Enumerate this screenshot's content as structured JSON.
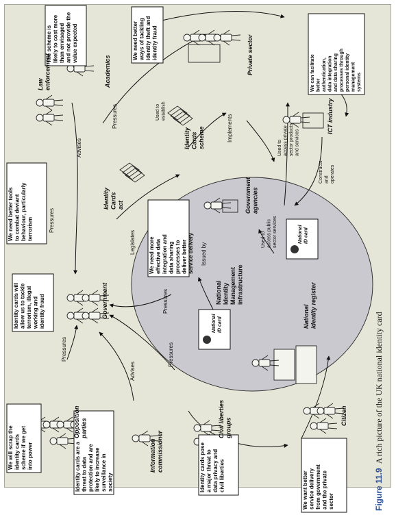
{
  "figure": {
    "number": "Figure 11.9",
    "caption": "A rich picture of the UK national identity card"
  },
  "actors": {
    "law_enforcement": [
      "Law",
      "enforcement"
    ],
    "academics": "Academics",
    "private_sector": "Private sector",
    "ict_industry": "ICT industry",
    "government": "Government",
    "government_agencies": [
      "Government",
      "agencies"
    ],
    "opposition_parties": [
      "Opposition",
      "parties"
    ],
    "information_commissioner": [
      "Information",
      "commissioner"
    ],
    "civil_liberties": [
      "Civil liberties",
      "groups"
    ],
    "citizen": "Citizen",
    "national_identity_register": [
      "National",
      "identity register"
    ],
    "identity_cards_act": [
      "Identity",
      "Cards",
      "act"
    ],
    "identity_cards_scheme": [
      "Identity",
      "Cards",
      "scheme"
    ],
    "infrastructure": [
      "National",
      "Identity",
      "Management",
      "infrastructure"
    ],
    "national_id_card_left": [
      "National",
      "ID card"
    ],
    "national_id_card_right": [
      "National",
      "ID card"
    ]
  },
  "quotes": {
    "law_enforcement": [
      "We need better tools",
      "to combat deviant",
      "behaviour, particularly",
      "terrorism"
    ],
    "academics": [
      "The scheme is",
      "likely to cost more",
      "than envisaged",
      "and not provide the",
      "value expected"
    ],
    "private_sector": [
      "We need better",
      "ways of tackling",
      "identity theft and",
      "identity fraud"
    ],
    "ict_industry": [
      "We can facilitate",
      "better",
      "authentication,",
      "data integration",
      "and data sharing",
      "processes through",
      "personal identity",
      "management",
      "systems"
    ],
    "government": [
      "Identity cards will",
      "allow us to tackle",
      "terrorism, illegal",
      "working and",
      "identity fraud"
    ],
    "government_agencies": [
      "We need more",
      "effective data",
      "integration and",
      "data sharing",
      "processes to",
      "deliver better",
      "service delivery"
    ],
    "opposition_parties": [
      "We will scrap the",
      "identity cards",
      "scheme if we get",
      "into power"
    ],
    "information_commissioner": [
      "Identity cards are a",
      "threat to data",
      "protection and are",
      "likely to increase",
      "surveillance in",
      "society"
    ],
    "civil_liberties": [
      "Identity cards pose",
      "a major threat to",
      "data privacy and",
      "civil liberties"
    ],
    "citizen": [
      "We want better",
      "service delivery",
      "from government",
      "and the private",
      "sector"
    ]
  },
  "relations": {
    "advises_academics": "Advises",
    "pressures_private": "Pressures",
    "pressures_law": "Pressures",
    "used_to_establish": [
      "Used to",
      "establish"
    ],
    "implements": "Implements",
    "used_to_access_private": [
      "Used to",
      "access private",
      "sector products",
      "and services"
    ],
    "constructs_operates": [
      "Constructs",
      "and",
      "operates"
    ],
    "legislates": "Legislates",
    "used_to_access_public": [
      "Used to",
      "access public",
      "sector services"
    ],
    "issued_by": "Issued by",
    "pressures_agencies": "Pressures",
    "pressures_opposition": "Pressures",
    "advises_commissioner": "Advises",
    "pressures_civil": "Pressures"
  }
}
